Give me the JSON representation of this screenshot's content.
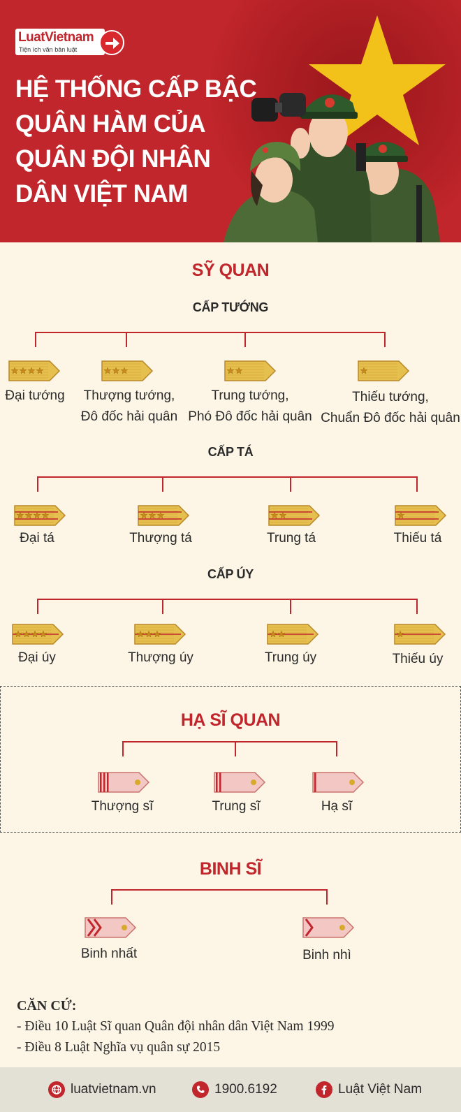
{
  "brand": {
    "logo_text": "LuatVietnam",
    "logo_tagline": "Tiện ích văn bản luật"
  },
  "title_lines": [
    "HỆ THỐNG CẤP BẬC",
    "QUÂN HÀM CỦA",
    "QUÂN ĐỘI NHÂN",
    "DÂN VIỆT NAM"
  ],
  "colors": {
    "primary": "#c0262b",
    "background": "#fdf6e6",
    "gold": "#e6c04e",
    "pink": "#f3c7c3",
    "footer": "#e3e0d6"
  },
  "sections": {
    "sy_quan": {
      "title": "SỸ QUAN",
      "cap_tuong": {
        "title": "CẤP TƯỚNG",
        "ranks": [
          {
            "lines": [
              "Đại tướng"
            ],
            "stars": 4
          },
          {
            "lines": [
              "Thượng tướng,",
              "Đô đốc hải quân"
            ],
            "stars": 3
          },
          {
            "lines": [
              "Trung tướng,",
              "Phó Đô đốc hải quân"
            ],
            "stars": 2
          },
          {
            "lines": [
              "Thiếu tướng,",
              "Chuẩn Đô đốc hải quân"
            ],
            "stars": 1
          }
        ]
      },
      "cap_ta": {
        "title": "CẤP TÁ",
        "ranks": [
          {
            "lines": [
              "Đại tá"
            ],
            "stars": 4
          },
          {
            "lines": [
              "Thượng tá"
            ],
            "stars": 3
          },
          {
            "lines": [
              "Trung tá"
            ],
            "stars": 2
          },
          {
            "lines": [
              "Thiếu tá"
            ],
            "stars": 1
          }
        ]
      },
      "cap_uy": {
        "title": "CẤP ÚY",
        "ranks": [
          {
            "lines": [
              "Đại úy"
            ],
            "stars": 4
          },
          {
            "lines": [
              "Thượng úy"
            ],
            "stars": 3
          },
          {
            "lines": [
              "Trung úy"
            ],
            "stars": 2
          },
          {
            "lines": [
              "Thiếu úy"
            ],
            "stars": 1
          }
        ]
      }
    },
    "ha_si_quan": {
      "title": "HẠ SĨ QUAN",
      "ranks": [
        {
          "lines": [
            "Thượng sĩ"
          ],
          "stripes": 3
        },
        {
          "lines": [
            "Trung sĩ"
          ],
          "stripes": 2
        },
        {
          "lines": [
            "Hạ sĩ"
          ],
          "stripes": 1
        }
      ]
    },
    "binh_si": {
      "title": "BINH SĨ",
      "ranks": [
        {
          "lines": [
            "Binh nhất"
          ],
          "chevrons": 2
        },
        {
          "lines": [
            "Binh nhì"
          ],
          "chevrons": 1
        }
      ]
    }
  },
  "source": {
    "label": "CĂN CỨ:",
    "lines": [
      "- Điều 10 Luật Sĩ quan Quân đội nhân dân Việt Nam 1999",
      "- Điều 8 Luật Nghĩa vụ quân sự 2015"
    ]
  },
  "footer": {
    "website": "luatvietnam.vn",
    "phone": "1900.6192",
    "facebook": "Luật Việt Nam"
  }
}
